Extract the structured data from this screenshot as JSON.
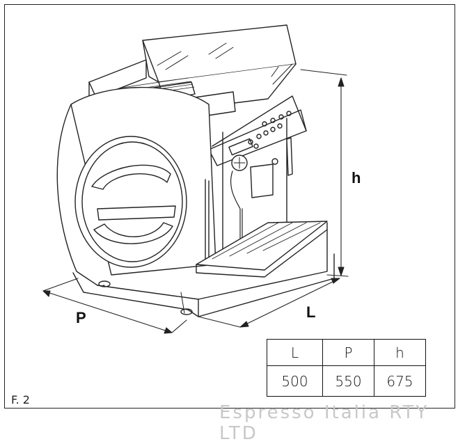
{
  "figure": {
    "label": "F. 2",
    "dimension_labels": {
      "height": "h",
      "depth": "P",
      "width": "L"
    }
  },
  "dimension_table": {
    "headers": [
      "L",
      "P",
      "h"
    ],
    "values": [
      "500",
      "550",
      "675"
    ]
  },
  "watermark": "Espresso Italia RTY LTD"
}
